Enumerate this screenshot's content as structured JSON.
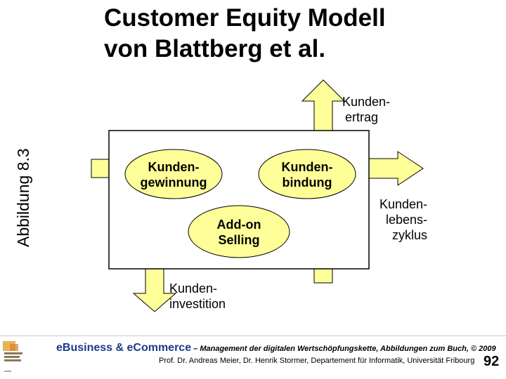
{
  "title": {
    "line1": "Customer Equity Modell",
    "line2": "von Blattberg et al."
  },
  "side_label": "Abbildung 8.3",
  "colors": {
    "fill": "#ffff99",
    "stroke": "#000000",
    "footer_brand": "#1c3a8a"
  },
  "diagram": {
    "ertrag": {
      "line1": "Kunden-",
      "line2": "ertrag"
    },
    "investition": {
      "line1": "Kunden-",
      "line2": "investition"
    },
    "lebenszyklus": {
      "line1": "Kunden-",
      "line2": "lebens-",
      "line3": "zyklus"
    },
    "gewinnung": {
      "line1": "Kunden-",
      "line2": "gewinnung"
    },
    "bindung": {
      "line1": "Kunden-",
      "line2": "bindung"
    },
    "addon": {
      "line1": "Add-on",
      "line2": "Selling"
    }
  },
  "footer": {
    "brand": "eBusiness & eCommerce",
    "line1_rest": " – Management der digitalen Wertschöpfungskette, Abbildungen zum Buch, © 2009",
    "line2": "Prof. Dr. Andreas Meier, Dr. Henrik Stormer, Departement für Informatik, Universität Fribourg",
    "page_number": "92",
    "logo_icon": "university-logo-icon"
  }
}
